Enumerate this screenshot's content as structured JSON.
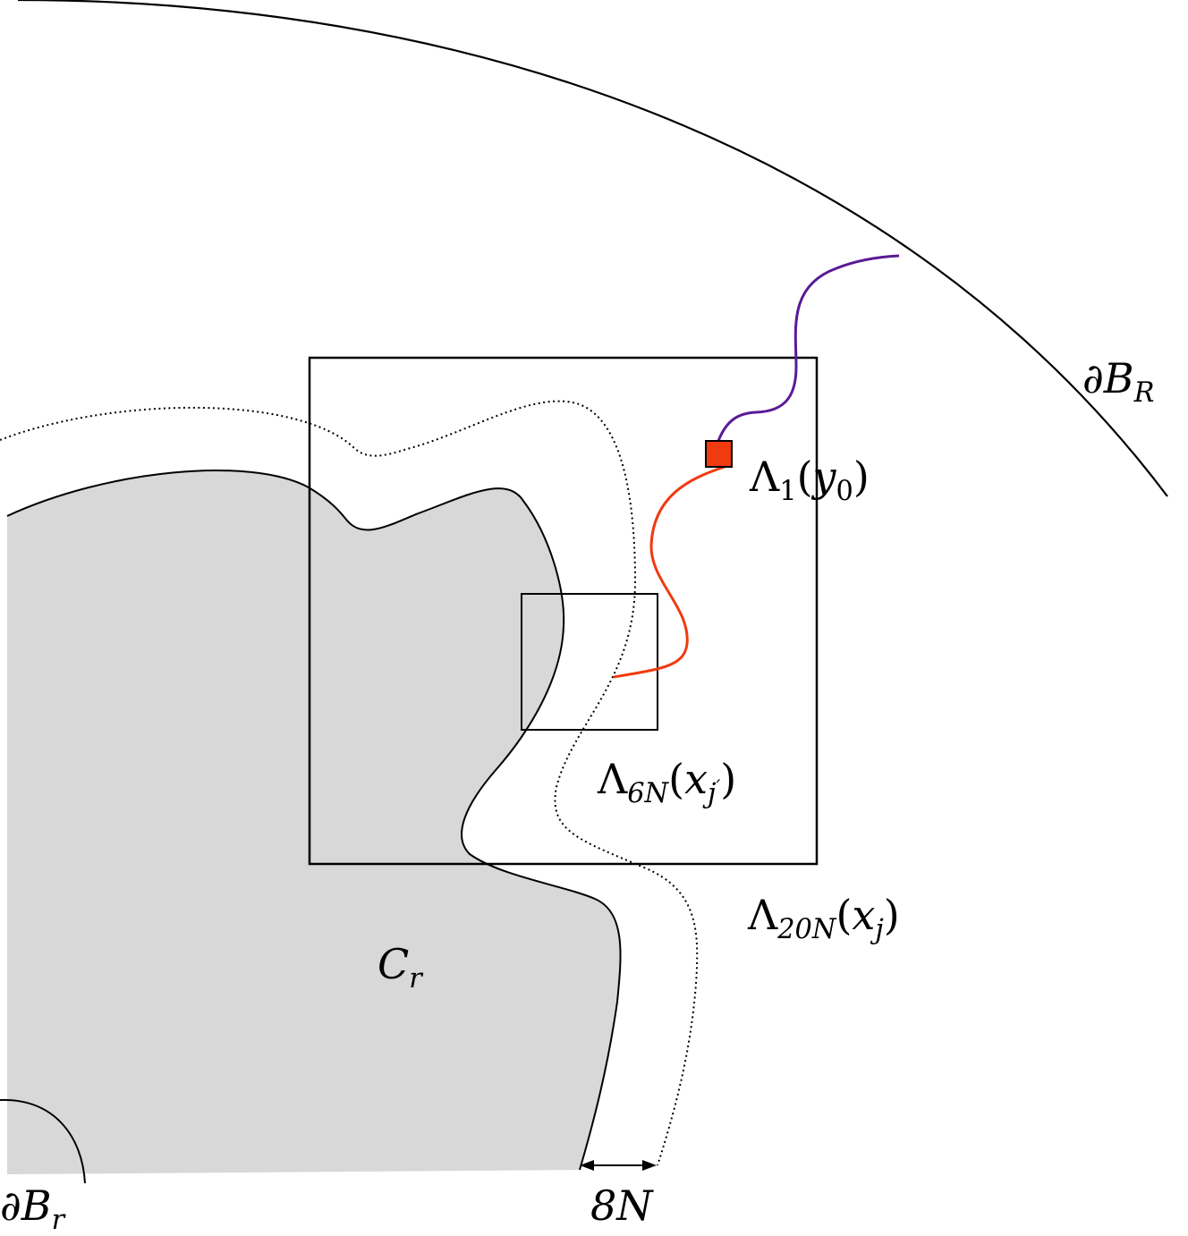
{
  "labels": {
    "boundary_R": {
      "main": "∂B",
      "sub": "R"
    },
    "boundary_r": {
      "main": "∂B",
      "sub": "r"
    },
    "lambda_1": {
      "main": "Λ",
      "sub": "1",
      "open": "(",
      "var": "y",
      "varsub": "0",
      "close": ")"
    },
    "lambda_6N": {
      "main": "Λ",
      "sub": "6N",
      "open": "(",
      "var": "x",
      "varsub": "j",
      "prime": "′",
      "close": ")"
    },
    "lambda_20N": {
      "main": "Λ",
      "sub": "20N",
      "open": "(",
      "var": "x",
      "varsub": "j",
      "close": ")"
    },
    "cluster": {
      "main": "C",
      "sub": "r"
    },
    "width": "8N"
  },
  "colors": {
    "cluster_fill": "#d8d8d8",
    "outline": "#000000",
    "purple_path": "#5a1a96",
    "red_path": "#f03a10",
    "target_box": "#f03a10"
  }
}
